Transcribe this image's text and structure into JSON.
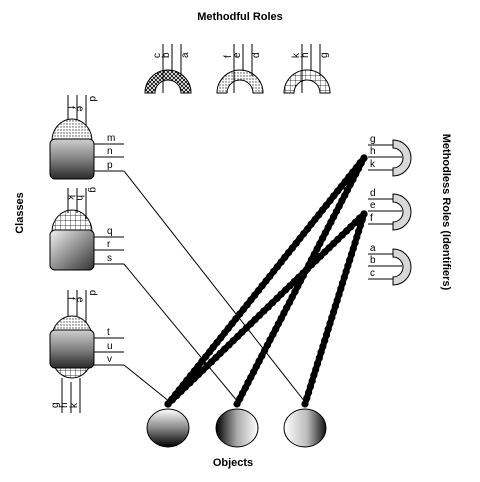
{
  "titles": {
    "methodful": "Methodful Roles",
    "methodless": "Methodless Roles (Identifiers)",
    "classes": "Classes",
    "objects": "Objects"
  },
  "methodful_roles": [
    {
      "labels": [
        "c",
        "b",
        "a"
      ],
      "fill": "crosshatch"
    },
    {
      "labels": [
        "f",
        "e",
        "d"
      ],
      "fill": "dots"
    },
    {
      "labels": [
        "k",
        "h",
        "g"
      ],
      "fill": "grid"
    }
  ],
  "classes": [
    {
      "top_labels": [
        "f",
        "e",
        "d"
      ],
      "right_labels": [
        "m",
        "n",
        "p"
      ]
    },
    {
      "top_labels": [
        "k",
        "h",
        "g"
      ],
      "right_labels": [
        "q",
        "r",
        "s"
      ]
    },
    {
      "top_labels": [
        "f",
        "e",
        "d"
      ],
      "right_labels": [
        "t",
        "u",
        "v"
      ],
      "bottom_labels": [
        "g",
        "h",
        "k"
      ]
    }
  ],
  "methodless_roles": [
    {
      "labels": [
        "g",
        "h",
        "k"
      ]
    },
    {
      "labels": [
        "d",
        "e",
        "f"
      ]
    },
    {
      "labels": [
        "a",
        "b",
        "c"
      ]
    }
  ],
  "colors": {
    "thick_link": "#000000",
    "thin_link": "#000000",
    "methodless_fill": "#d8d8d8"
  }
}
